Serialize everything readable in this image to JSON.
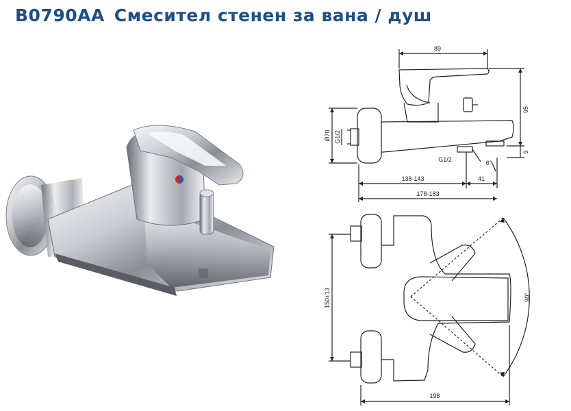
{
  "header": {
    "code": "B0790AA",
    "name": "Смесител стенен за вана / душ"
  },
  "dimensions": {
    "top_width": "89",
    "height": "95",
    "spout_offset": "9",
    "diameter": "Ø70",
    "thread_inlet": "G1/2",
    "thread_outlet": "G1/2",
    "angle_small": "6°",
    "depth_range_1": "138-143",
    "spout_gap": "41",
    "depth_range_2": "178-183",
    "center_distance": "150±13",
    "total_width": "198",
    "rotation_angle": "90°"
  },
  "colors": {
    "title": "#1f4f86",
    "chrome_dark": "#5c6066",
    "chrome_light": "#f2f3f5",
    "hot_marker": "#d0262c",
    "cold_marker": "#2a5fb0"
  }
}
